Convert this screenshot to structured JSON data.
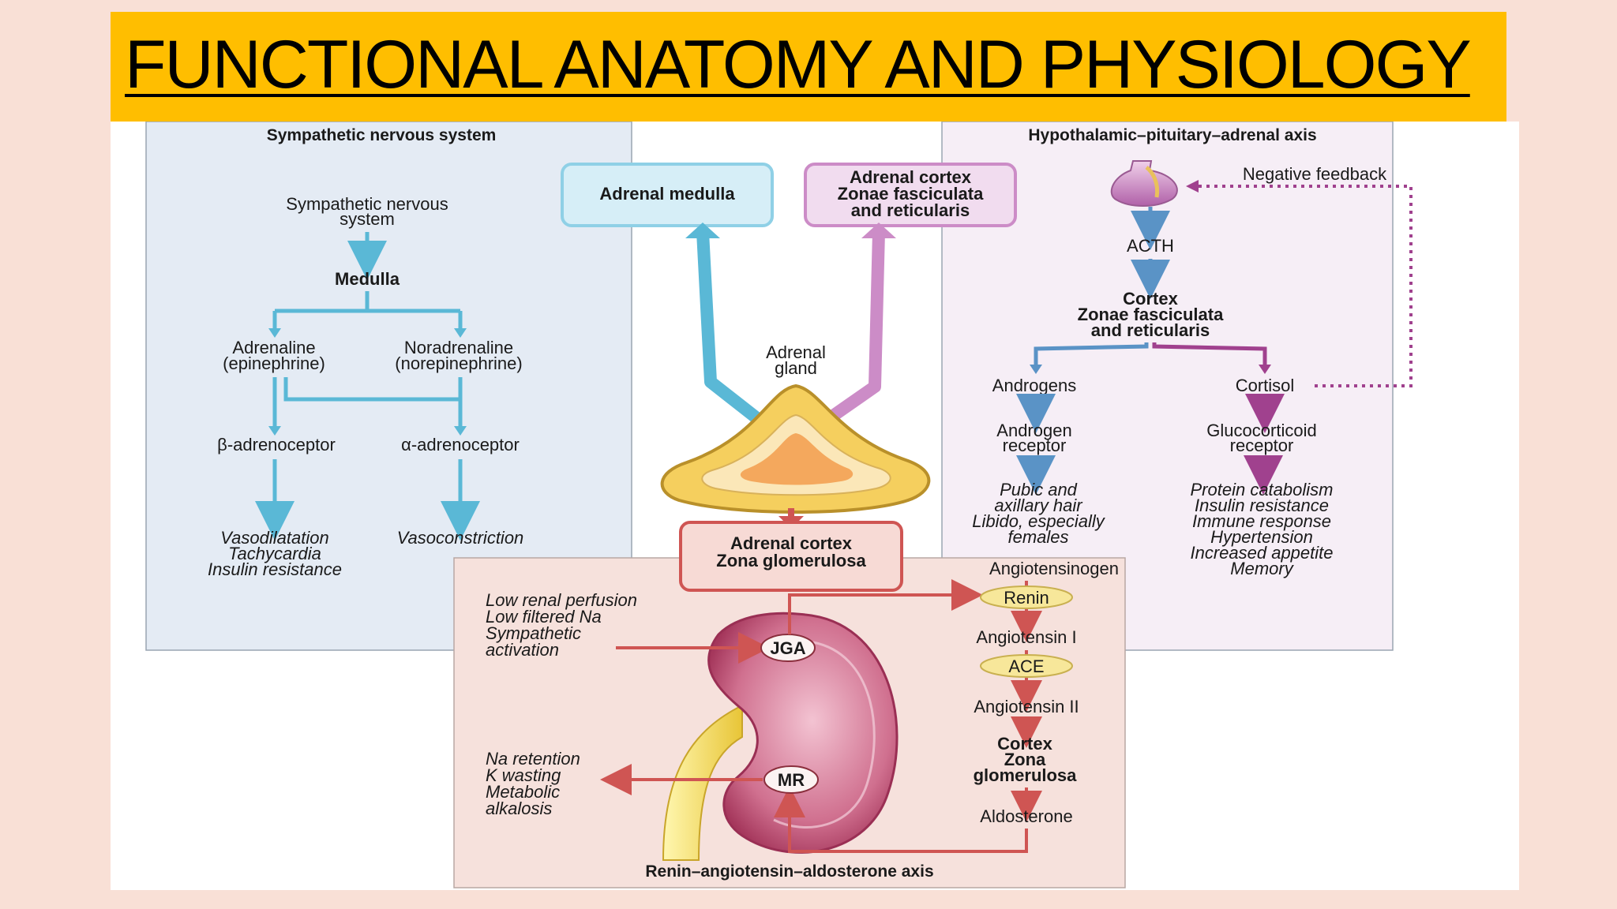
{
  "slide": {
    "title": "FUNCTIONAL ANATOMY AND PHYSIOLOGY"
  },
  "sns": {
    "header": "Sympathetic nervous system",
    "source": [
      "Sympathetic nervous",
      "system"
    ],
    "medulla": "Medulla",
    "adrenaline": [
      "Adrenaline",
      "(epinephrine)"
    ],
    "noradrenaline": [
      "Noradrenaline",
      "(norepinephrine)"
    ],
    "beta": "β-adrenoceptor",
    "alpha": "α-adrenoceptor",
    "beta_effects": [
      "Vasodilatation",
      "Tachycardia",
      "Insulin resistance"
    ],
    "alpha_effects": [
      "Vasoconstriction"
    ]
  },
  "center": {
    "adrenal_medulla": "Adrenal medulla",
    "adrenal_cortex_fr": [
      "Adrenal cortex",
      "Zonae fasciculata",
      "and reticularis"
    ],
    "adrenal_gland": [
      "Adrenal",
      "gland"
    ],
    "adrenal_cortex_zg": [
      "Adrenal cortex",
      "Zona glomerulosa"
    ]
  },
  "hpa": {
    "header": "Hypothalamic–pituitary–adrenal axis",
    "negative_feedback": "Negative feedback",
    "acth": "ACTH",
    "cortex": [
      "Cortex",
      "Zonae fasciculata",
      "and reticularis"
    ],
    "androgens": "Androgens",
    "cortisol": "Cortisol",
    "androgen_receptor": [
      "Androgen",
      "receptor"
    ],
    "glucocorticoid_receptor": [
      "Glucocorticoid",
      "receptor"
    ],
    "androgen_effects": [
      "Pubic and",
      "axillary hair",
      "Libido, especially",
      "females"
    ],
    "cortisol_effects": [
      "Protein catabolism",
      "Insulin resistance",
      "Immune response",
      "Hypertension",
      "Increased appetite",
      "Memory"
    ]
  },
  "raa": {
    "header": "Renin–angiotensin–aldosterone axis",
    "stimuli": [
      "Low renal perfusion",
      "Low filtered Na",
      "Sympathetic",
      "activation"
    ],
    "jga": "JGA",
    "mr": "MR",
    "mr_effects": [
      "Na retention",
      "K wasting",
      "Metabolic",
      "alkalosis"
    ],
    "angiotensinogen": "Angiotensinogen",
    "renin": "Renin",
    "angiotensin_1": "Angiotensin I",
    "ace": "ACE",
    "angiotensin_2": "Angiotensin II",
    "cortex_zg": [
      "Cortex",
      "Zona",
      "glomerulosa"
    ],
    "aldosterone": "Aldosterone"
  },
  "colors": {
    "title_bar": "#ffbe00",
    "sns_panel": "#e4ebf4",
    "hpa_panel": "#f6eef6",
    "raa_panel": "#f6e1dc",
    "blue": "#5ab8d6",
    "blue_arrow": "#5a93c6",
    "purple": "#a0418e",
    "red": "#cf5553",
    "enzyme": "#f7e79a"
  }
}
